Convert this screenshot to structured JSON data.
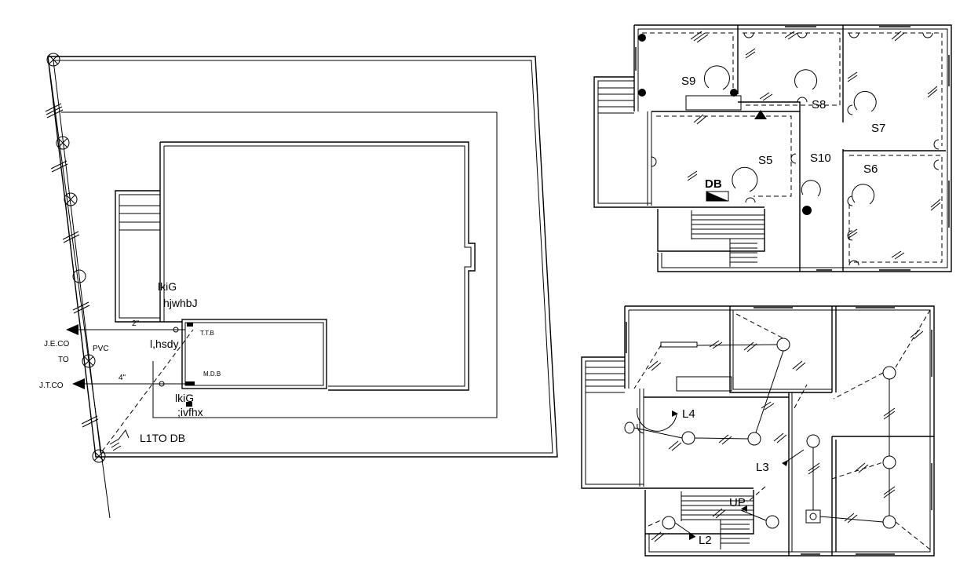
{
  "site_plan": {
    "hindi_note_1_line1": "lkiG",
    "hindi_note_1_line2": "hjwhbJ",
    "hindi_note_2": "l,hsdy",
    "hindi_note_3_line1": "lkiG",
    "hindi_note_3_line2": ";ivfhx",
    "ttb": "T.T.B",
    "mdb": "M.D.B",
    "pipe_2": "2\"",
    "pipe_4": "4\"",
    "jeco": "J.E.CO",
    "pvc": "PVC",
    "to": "TO",
    "jtco": "J.T.CO",
    "l1_to_db": "L1TO  DB"
  },
  "power_plan": {
    "s9": "S9",
    "s8": "S8",
    "s7": "S7",
    "s5": "S5",
    "s10": "S10",
    "s6": "S6",
    "db": "DB"
  },
  "lighting_plan": {
    "l4": "L4",
    "l3": "L3",
    "up": "UP",
    "l2": "L2"
  }
}
